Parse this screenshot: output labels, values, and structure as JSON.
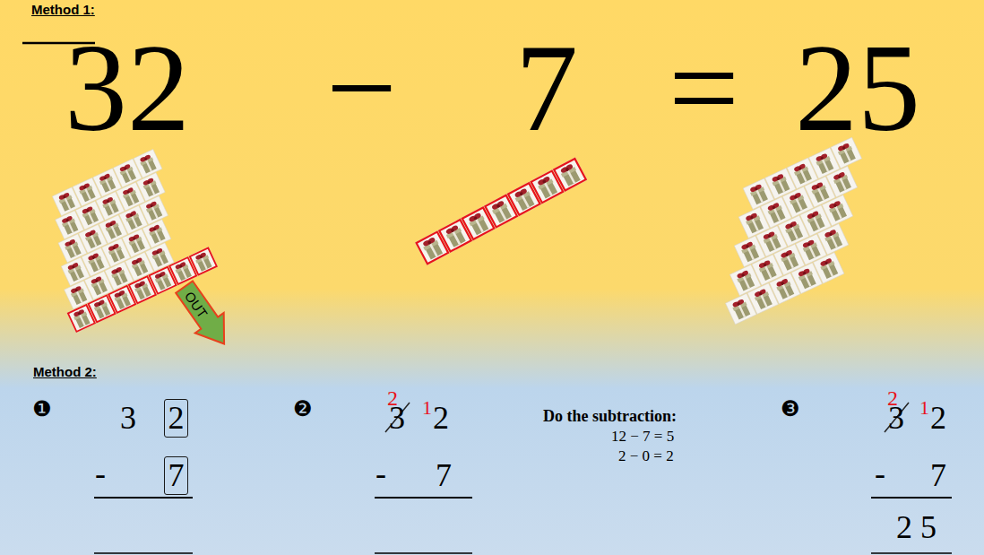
{
  "diagram": {
    "nodes": [
      {
        "text": [
          "OUT"
        ]
      },
      {
        "text": [
          "2"
        ]
      },
      {
        "text": [
          "7"
        ]
      }
    ],
    "labels": [
      "Method 1:",
      "32",
      "−",
      "7",
      "=",
      "25",
      "Method 2:",
      "❶",
      "3",
      "-",
      "❷",
      "2",
      "3",
      "1",
      "2",
      "-",
      "7",
      "Do the subtraction:",
      "12 − 7 = 5",
      "2 − 0 = 2",
      "❸",
      "2",
      "3",
      "1",
      "2",
      "-",
      "7",
      "2 5"
    ]
  }
}
